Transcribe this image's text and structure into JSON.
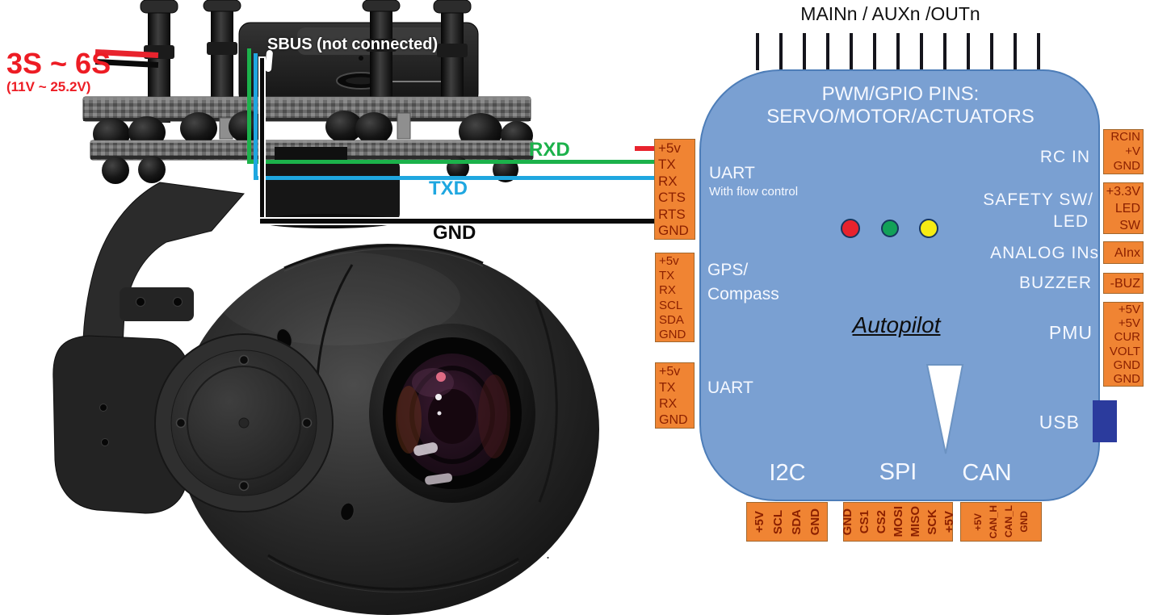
{
  "power": {
    "rating": "3S ~ 6S",
    "voltage": "(11V ~ 25.2V)"
  },
  "gimbal": {
    "sbus_label": "SBUS (not connected)"
  },
  "wire_labels": {
    "rxd": "RXD",
    "txd": "TXD",
    "gnd": "GND"
  },
  "misc": {
    "dot": "."
  },
  "autopilot": {
    "top_pins_label": "MAINn / AUXn /OUTn",
    "heading_line1": "PWM/GPIO PINS:",
    "heading_line2": "SERVO/MOTOR/ACTUATORS",
    "name": "Autopilot",
    "left_ports": [
      {
        "label": "UART",
        "sublabel": "With flow control",
        "pins": [
          "+5v",
          "TX",
          "RX",
          "CTS",
          "RTS",
          "GND"
        ]
      },
      {
        "label_line1": "GPS/",
        "label_line2": "Compass",
        "pins": [
          "+5v",
          "TX",
          "RX",
          "SCL",
          "SDA",
          "GND"
        ]
      },
      {
        "label": "UART",
        "pins": [
          "+5v",
          "TX",
          "RX",
          "GND"
        ]
      }
    ],
    "right_labels": {
      "rc_in": "RC IN",
      "safety_line1": "SAFETY SW/",
      "safety_line2": "LED",
      "analog": "ANALOG INs",
      "buzzer": "BUZZER",
      "pmu": "PMU",
      "usb": "USB"
    },
    "right_ports": [
      {
        "pins": [
          "RCIN",
          "+V",
          "GND"
        ]
      },
      {
        "pins": [
          "+3.3V",
          "LED",
          "SW"
        ]
      },
      {
        "pins": [
          "AInx"
        ]
      },
      {
        "pins": [
          "-BUZ"
        ]
      },
      {
        "pins": [
          "+5V",
          "+5V",
          "CUR",
          "VOLT",
          "GND",
          "GND"
        ]
      }
    ],
    "bottom_labels": {
      "i2c": "I2C",
      "spi": "SPI",
      "can": "CAN"
    },
    "bottom_ports": [
      {
        "pins": [
          "+5V",
          "SCL",
          "SDA",
          "GND"
        ]
      },
      {
        "pins": [
          "GND",
          "CS1",
          "CS2",
          "MOSI",
          "MISO",
          "SCK",
          "+5V"
        ]
      },
      {
        "pins": [
          "+5V",
          "CAN_H",
          "CAN_L",
          "GND"
        ]
      }
    ]
  },
  "colors": {
    "accent-blue": "#7aa0d2",
    "block-border": "#4d7db8",
    "accent-orange": "#f08433",
    "orange-border": "#a1672d",
    "pin-text": "#8b2000",
    "wire-red": "#e8232d",
    "wire-green": "#1cb24b",
    "wire-blue": "#1fa7e0",
    "wire-black": "#0a0a0a",
    "label-red": "#ed1c24",
    "led-red": "#e8232d",
    "led-green": "#12a158",
    "led-yellow": "#f6ec13",
    "usb-blue": "#2b3b9d"
  }
}
